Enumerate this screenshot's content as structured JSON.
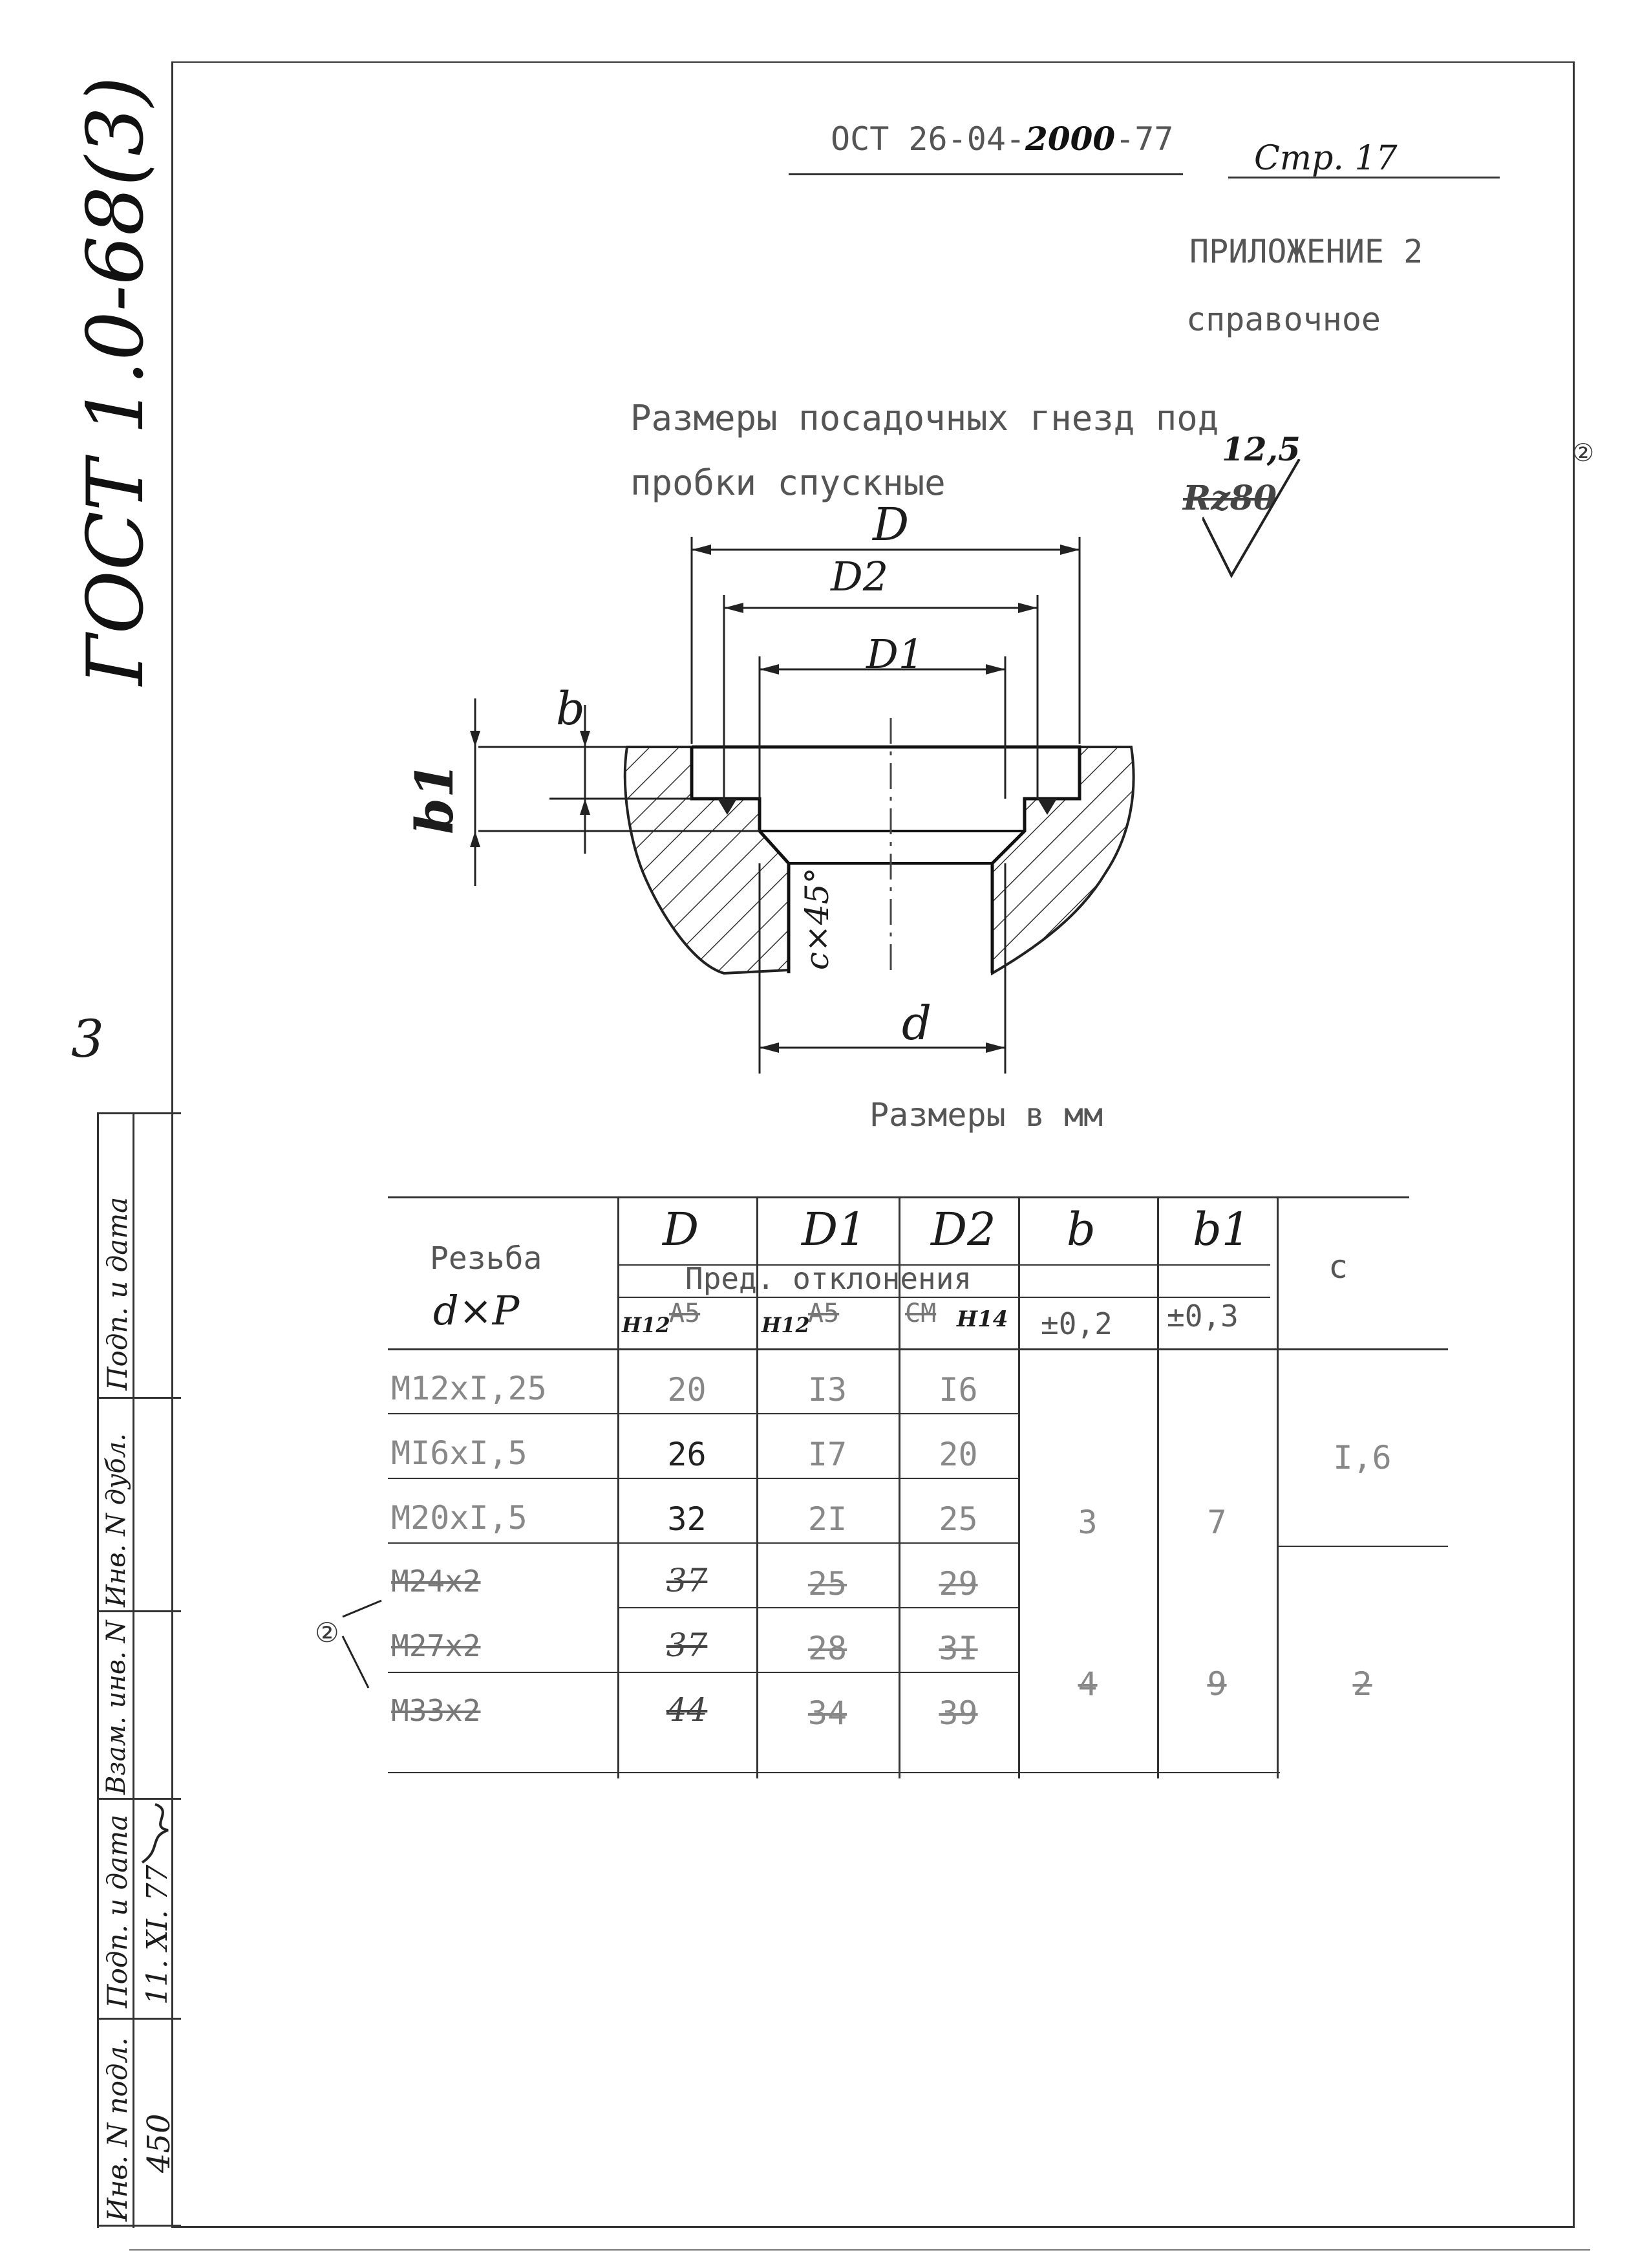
{
  "side_stamp": {
    "gost": "ГОСТ 1.0-68(3)",
    "sheet_mark": "3",
    "columns": [
      "Инв. N подл.",
      "Подп. и дата",
      "Взам. инв. N",
      "Инв. N дубл.",
      "Подп. и дата"
    ],
    "inv_number": "450",
    "signature_date": "11. XI. 77"
  },
  "header": {
    "standard": "ОСТ 26-04-",
    "standard_number": "2000",
    "standard_year": "-77",
    "page": "Стр. 17",
    "appendix": "ПРИЛОЖЕНИЕ 2",
    "appendix_type": "справочное",
    "revision_mark": "②"
  },
  "title": {
    "line1": "Размеры посадочных гнезд под",
    "line2": "пробки спускные"
  },
  "roughness": {
    "old": "Rz80",
    "new": "12,5"
  },
  "drawing": {
    "labels": {
      "D": "D",
      "D2": "D2",
      "D1": "D1",
      "b": "b",
      "b1": "b1",
      "c": "c×45°",
      "d": "d"
    }
  },
  "units_note": "Размеры в мм",
  "table": {
    "head_thread": "Резьба",
    "head_thread_sub": "d×P",
    "head_cols": [
      "D",
      "D1",
      "D2",
      "b",
      "b1",
      "c"
    ],
    "tolerance_caption": "Пред. отклонения",
    "tolerances": [
      "H12",
      "H12",
      "H14",
      "±0,2",
      "±0,3"
    ],
    "tolerance_old": [
      "A5",
      "A5",
      "CM"
    ],
    "rows": [
      {
        "thread": "M12xI,25",
        "D": "20",
        "D1": "I3",
        "D2": "I6",
        "struck": false
      },
      {
        "thread": "MI6xI,5",
        "D": "26",
        "D1": "I7",
        "D2": "20",
        "struck": false
      },
      {
        "thread": "M20xI,5",
        "D": "32",
        "D1": "2I",
        "D2": "25",
        "struck": false
      },
      {
        "thread": "M24x2",
        "D": "37",
        "D1": "25",
        "D2": "29",
        "struck": true
      },
      {
        "thread": "M27x2",
        "D": "37",
        "D1": "28",
        "D2": "3I",
        "struck": true
      },
      {
        "thread": "M33x2",
        "D": "44",
        "D1": "34",
        "D2": "39",
        "struck": true
      }
    ],
    "b_group1": "3",
    "b1_group1": "7",
    "b_group2": "4",
    "b1_group2": "9",
    "c_group1": "I,6",
    "c_group2": "2",
    "revision_mark": "②"
  }
}
